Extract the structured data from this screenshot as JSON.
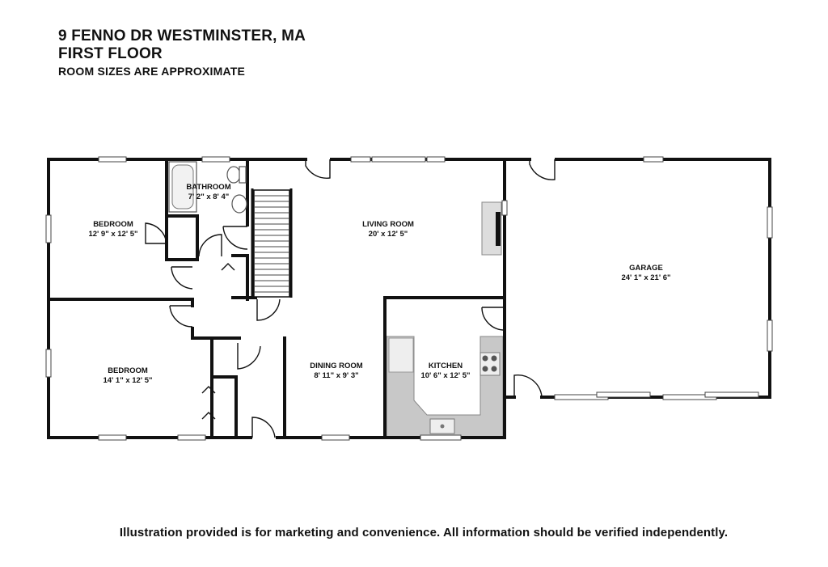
{
  "header": {
    "address": "9 FENNO DR WESTMINSTER, MA",
    "floor": "FIRST FLOOR",
    "note": "ROOM SIZES ARE APPROXIMATE"
  },
  "rooms": {
    "bedroom1": {
      "name": "BEDROOM",
      "size": "12' 9\" x 12' 5\""
    },
    "bathroom": {
      "name": "BATHROOM",
      "size": "7' 2\" x 8' 4\""
    },
    "living": {
      "name": "LIVING ROOM",
      "size": "20' x 12' 5\""
    },
    "garage": {
      "name": "GARAGE",
      "size": "24' 1\" x 21' 6\""
    },
    "bedroom2": {
      "name": "BEDROOM",
      "size": "14' 1\" x 12' 5\""
    },
    "dining": {
      "name": "DINING ROOM",
      "size": "8' 11\" x 9' 3\""
    },
    "kitchen": {
      "name": "KITCHEN",
      "size": "10' 6\" x 12' 5\""
    }
  },
  "footer": {
    "disclaimer": "Illustration provided is for marketing and convenience. All information should be verified independently."
  },
  "colors": {
    "wall": "#111111",
    "counter": "#c8c8c8",
    "fixture": "#e8e8e8",
    "background": "#ffffff"
  }
}
